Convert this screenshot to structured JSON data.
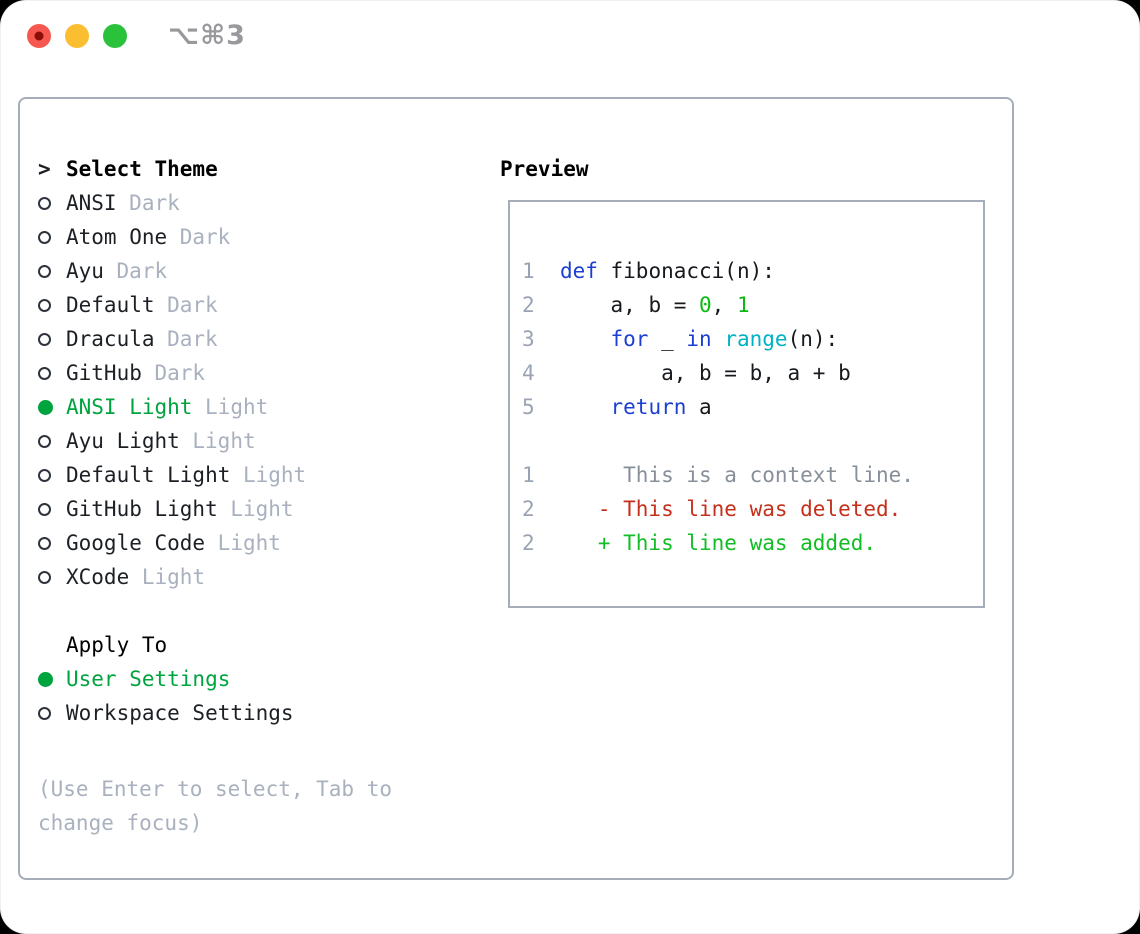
{
  "window": {
    "shortcut": "⌥⌘3"
  },
  "colors": {
    "accent_green": "#00a43f",
    "text_primary": "#1c2025",
    "text_muted": "#a9b1bf",
    "keyword_blue": "#1b3fd2",
    "function_cyan": "#00b2c4",
    "number_green": "#0abb0f",
    "added_green": "#12bd25",
    "deleted_red": "#c5301c",
    "context_gray": "#878f99",
    "line_number_gray": "#9aa3b3",
    "border_gray": "#a6adba",
    "traffic_red": "#f6574f",
    "traffic_red_dot": "#8a0f08",
    "traffic_yellow": "#fbbe30",
    "traffic_green": "#2ac23b",
    "shortcut_gray": "#98989d"
  },
  "theme_panel": {
    "prompt": ">",
    "title": "Select Theme",
    "items": [
      {
        "name": "ANSI",
        "variant": "Dark",
        "selected": false
      },
      {
        "name": "Atom One",
        "variant": "Dark",
        "selected": false
      },
      {
        "name": "Ayu",
        "variant": "Dark",
        "selected": false
      },
      {
        "name": "Default",
        "variant": "Dark",
        "selected": false
      },
      {
        "name": "Dracula",
        "variant": "Dark",
        "selected": false
      },
      {
        "name": "GitHub",
        "variant": "Dark",
        "selected": false
      },
      {
        "name": "ANSI Light",
        "variant": "Light",
        "selected": true
      },
      {
        "name": "Ayu Light",
        "variant": "Light",
        "selected": false
      },
      {
        "name": "Default Light",
        "variant": "Light",
        "selected": false
      },
      {
        "name": "GitHub Light",
        "variant": "Light",
        "selected": false
      },
      {
        "name": "Google Code",
        "variant": "Light",
        "selected": false
      },
      {
        "name": "XCode",
        "variant": "Light",
        "selected": false
      }
    ]
  },
  "apply_panel": {
    "title": "Apply To",
    "options": [
      {
        "label": "User Settings",
        "selected": true
      },
      {
        "label": "Workspace Settings",
        "selected": false
      }
    ]
  },
  "hint": {
    "text": "(Use Enter to select, Tab to change focus)"
  },
  "preview": {
    "title": "Preview",
    "lines": [
      {
        "gutter": "1  ",
        "tokens": [
          {
            "t": "kw",
            "s": "def"
          },
          {
            "t": "plain",
            "s": " fibonacci(n):"
          }
        ]
      },
      {
        "gutter": "2  ",
        "tokens": [
          {
            "t": "plain",
            "s": "    a, b = "
          },
          {
            "t": "num",
            "s": "0"
          },
          {
            "t": "plain",
            "s": ", "
          },
          {
            "t": "num",
            "s": "1"
          }
        ]
      },
      {
        "gutter": "3  ",
        "tokens": [
          {
            "t": "plain",
            "s": "    "
          },
          {
            "t": "kw",
            "s": "for"
          },
          {
            "t": "plain",
            "s": " _ "
          },
          {
            "t": "kw",
            "s": "in"
          },
          {
            "t": "plain",
            "s": " "
          },
          {
            "t": "fn",
            "s": "range"
          },
          {
            "t": "plain",
            "s": "(n):"
          }
        ]
      },
      {
        "gutter": "4  ",
        "tokens": [
          {
            "t": "plain",
            "s": "        a, b = b, a + b"
          }
        ]
      },
      {
        "gutter": "5  ",
        "tokens": [
          {
            "t": "plain",
            "s": "    "
          },
          {
            "t": "kw",
            "s": "return"
          },
          {
            "t": "plain",
            "s": " a"
          }
        ]
      },
      {
        "gutter": "",
        "tokens": []
      },
      {
        "gutter": "1     ",
        "tokens": [
          {
            "t": "ctx",
            "s": "  This is a context line."
          }
        ]
      },
      {
        "gutter": "2     ",
        "tokens": [
          {
            "t": "del",
            "s": "- This line was deleted."
          }
        ]
      },
      {
        "gutter": "2     ",
        "tokens": [
          {
            "t": "add",
            "s": "+ This line was added."
          }
        ]
      }
    ]
  }
}
